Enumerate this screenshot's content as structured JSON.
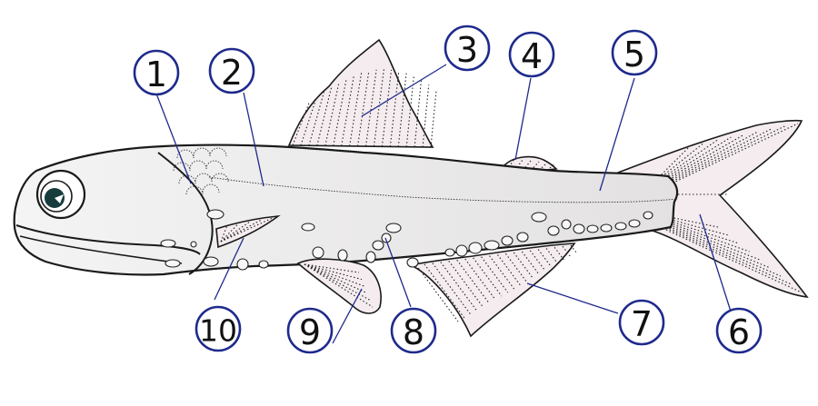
{
  "labels": [
    "1",
    "2",
    "3",
    "4",
    "5",
    "6",
    "7",
    "8",
    "9",
    "10"
  ],
  "colors": {
    "leader": "#1e2a8c",
    "body_fill": "#e9e7e8",
    "fin_fill": "#f4ecee",
    "outline": "#1a1a1a"
  }
}
